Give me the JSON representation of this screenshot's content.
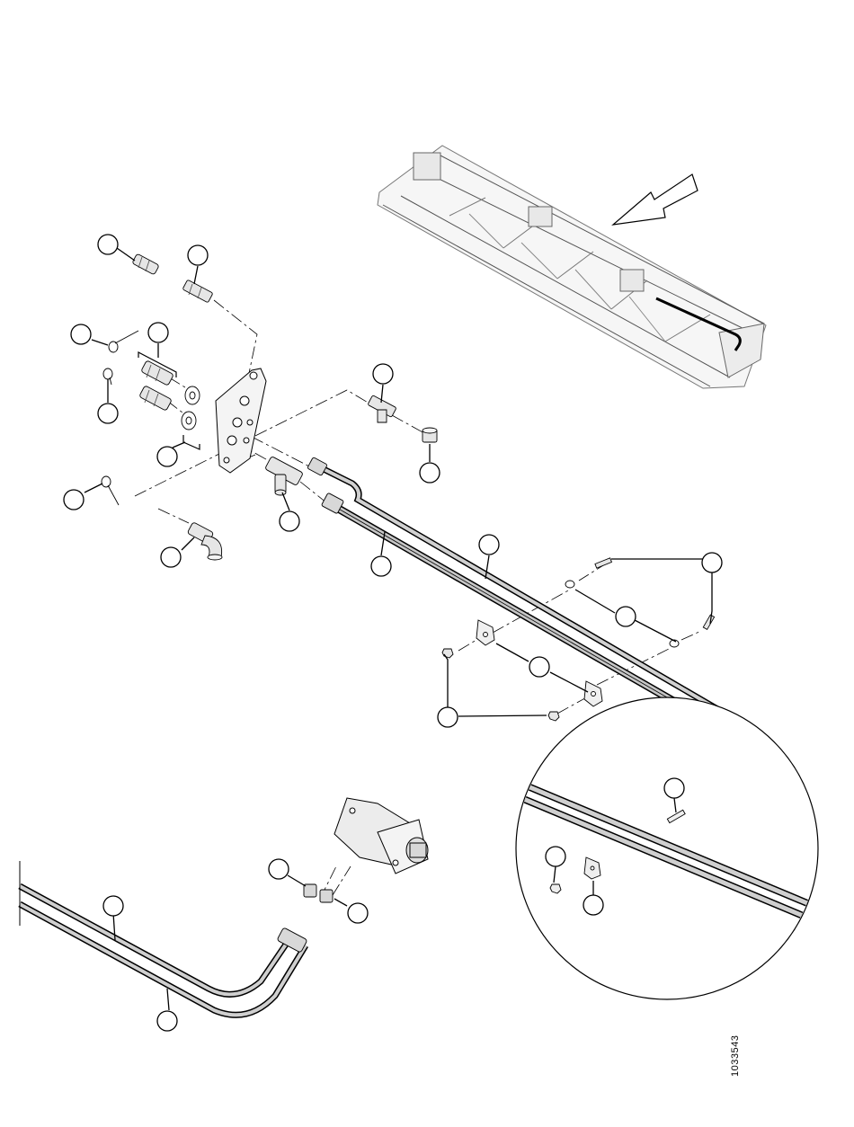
{
  "figure_number": "1033543",
  "colors": {
    "line": "#000000",
    "header_fill": "#f2f2f2",
    "part_fill": "#e6e6e6",
    "hose_light": "#bdbdbd",
    "arrow_fill": "#ffffff"
  },
  "callouts": [
    {
      "name": "callout-quick-coupler-a"
    },
    {
      "name": "callout-adapter-straight-a"
    },
    {
      "name": "callout-clip-upper"
    },
    {
      "name": "callout-coupler-pair"
    },
    {
      "name": "callout-clip-lower"
    },
    {
      "name": "callout-washer-pair"
    },
    {
      "name": "callout-tee-fitting-upper"
    },
    {
      "name": "callout-cap"
    },
    {
      "name": "callout-clip-bottom"
    },
    {
      "name": "callout-elbow-fitting"
    },
    {
      "name": "callout-tee-fitting-lower"
    },
    {
      "name": "callout-hose-b"
    },
    {
      "name": "callout-hose-a"
    },
    {
      "name": "callout-bolt-pair"
    },
    {
      "name": "callout-washer-flat"
    },
    {
      "name": "callout-hose-clamp"
    },
    {
      "name": "callout-lock-nut-pair"
    },
    {
      "name": "callout-detail-bolt"
    },
    {
      "name": "callout-detail-nut"
    },
    {
      "name": "callout-detail-clamp"
    },
    {
      "name": "callout-motor-fitting-a"
    },
    {
      "name": "callout-motor-fitting-b"
    },
    {
      "name": "callout-hose-lower-a"
    },
    {
      "name": "callout-hose-lower-b"
    }
  ]
}
